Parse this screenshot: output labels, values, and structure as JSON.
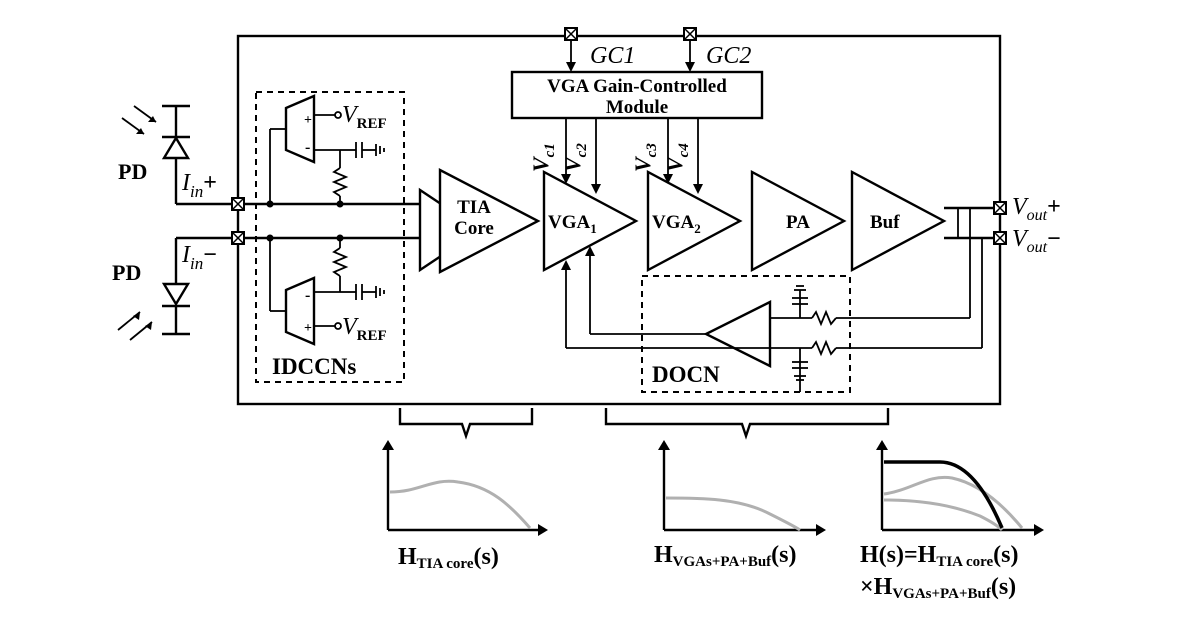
{
  "inputs": {
    "pd_top": "PD",
    "pd_bottom": "PD",
    "iin_plus": {
      "main": "I",
      "sub": "in",
      "sign": "+"
    },
    "iin_minus": {
      "main": "I",
      "sub": "in",
      "sign": "−"
    }
  },
  "idccn": {
    "vref_top": {
      "main": "V",
      "sub": "REF"
    },
    "vref_bottom": {
      "main": "V",
      "sub": "REF"
    },
    "label": "IDCCNs",
    "amp_plus": "+",
    "amp_minus": "-"
  },
  "gain_control": {
    "gc1": "GC1",
    "gc2": "GC2",
    "module_line1": "VGA Gain-Controlled",
    "module_line2": "Module",
    "vc1": {
      "main": "V",
      "sub": "c1"
    },
    "vc2": {
      "main": "V",
      "sub": "c2"
    },
    "vc3": {
      "main": "V",
      "sub": "c3"
    },
    "vc4": {
      "main": "V",
      "sub": "c4"
    }
  },
  "chain": {
    "tia_line1": "TIA",
    "tia_line2": "Core",
    "vga1": {
      "main": "VGA",
      "sub": "1"
    },
    "vga2": {
      "main": "VGA",
      "sub": "2"
    },
    "pa": "PA",
    "buf": "Buf"
  },
  "docn": {
    "label": "DOCN"
  },
  "outputs": {
    "vout_plus": {
      "main": "V",
      "sub": "out",
      "sign": "+"
    },
    "vout_minus": {
      "main": "V",
      "sub": "out",
      "sign": "−"
    }
  },
  "transfer": {
    "h_tia": {
      "main": "H",
      "sub": "TIA core",
      "tail": "(s)"
    },
    "h_vga": {
      "main": "H",
      "sub": "VGAs+PA+Buf",
      "tail": "(s)"
    },
    "h_total_line1": {
      "pre": "H(s)=H",
      "sub": "TIA core",
      "tail": "(s)"
    },
    "h_total_line2": {
      "pre": "×H",
      "sub": "VGAs+PA+Buf",
      "tail": "(s)"
    }
  }
}
